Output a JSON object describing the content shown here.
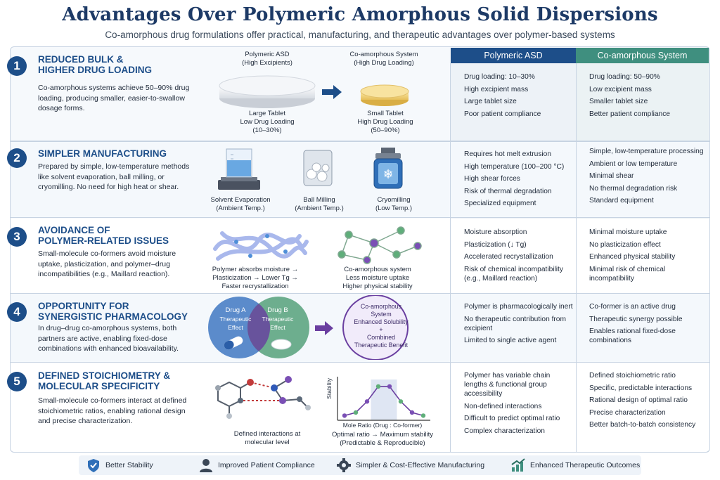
{
  "header": {
    "title": "Advantages Over Polymeric Amorphous Solid Dispersions",
    "subtitle": "Co-amorphous drug formulations offer practical, manufacturing, and therapeutic advantages over polymer-based systems"
  },
  "columns": {
    "polymeric": "Polymeric ASD",
    "coamorphous": "Co-amorphous System"
  },
  "sections": [
    {
      "number": "1",
      "title_line1": "Reduced Bulk &",
      "title_line2": "Higher Drug Loading",
      "description": "Co-amorphous systems achieve 50–90% drug loading, producing smaller, easier-to-swallow dosage forms.",
      "visual": {
        "left_head": "Polymeric ASD",
        "left_sub": "(High Excipients)",
        "right_head": "Co-amorphous System",
        "right_sub": "(High Drug Loading)",
        "left_cap1": "Large Tablet",
        "left_cap2": "Low Drug Loading",
        "left_cap3": "(10–30%)",
        "right_cap1": "Small Tablet",
        "right_cap2": "High Drug Loading",
        "right_cap3": "(50–90%)"
      },
      "polymeric": [
        "Drug loading: 10–30%",
        "High excipient mass",
        "Large tablet size",
        "Poor patient compliance"
      ],
      "coamorphous": [
        "Drug loading: 50–90%",
        "Low excipient mass",
        "Smaller tablet size",
        "Better patient compliance"
      ]
    },
    {
      "number": "2",
      "title_line1": "Simpler Manufacturing",
      "title_line2": "",
      "description": "Prepared by simple, low-temperature methods like solvent evaporation, ball milling, or cryomilling. No need for high heat or shear.",
      "visual": {
        "a1": "Solvent Evaporation",
        "a2": "(Ambient Temp.)",
        "b1": "Ball Milling",
        "b2": "(Ambient Temp.)",
        "c1": "Cryomilling",
        "c2": "(Low Temp.)"
      },
      "polymeric": [
        "Requires hot melt extrusion",
        "High temperature (100–200 °C)",
        "High shear forces",
        "Risk of thermal degradation",
        "Specialized equipment"
      ],
      "coamorphous": [
        "Simple, low-temperature processing",
        "Ambient or low temperature",
        "Minimal shear",
        "No thermal degradation risk",
        "Standard equipment"
      ]
    },
    {
      "number": "3",
      "title_line1": "Avoidance of",
      "title_line2": "Polymer-Related Issues",
      "description": "Small-molecule co-formers avoid moisture uptake, plasticization, and polymer–drug incompatibilities (e.g., Maillard reaction).",
      "visual": {
        "l1": "Polymer absorbs moisture →",
        "l2": "Plasticization → Lower Tg →",
        "l3": "Faster recrystallization",
        "r1": "Co-amorphous system",
        "r2": "Less moisture uptake",
        "r3": "Higher physical stability"
      },
      "polymeric": [
        "Moisture absorption",
        "Plasticization (↓ Tg)",
        "Accelerated recrystallization",
        "Risk of chemical incompatibility (e.g., Maillard reaction)"
      ],
      "coamorphous": [
        "Minimal moisture uptake",
        "No plasticization effect",
        "Enhanced physical stability",
        "Minimal risk of chemical incompatibility"
      ]
    },
    {
      "number": "4",
      "title_line1": "Opportunity for",
      "title_line2": "Synergistic Pharmacology",
      "description": "In drug–drug co-amorphous systems, both partners are active, enabling fixed-dose combinations with enhanced bioavailability.",
      "visual": {
        "a_title": "Drug A",
        "a_sub1": "Therapeutic",
        "a_sub2": "Effect",
        "b_title": "Drug B",
        "b_sub1": "Therapeutic",
        "b_sub2": "Effect",
        "c1": "Co-amorphous",
        "c2": "System",
        "c3": "Enhanced Solubility",
        "c4": "+",
        "c5": "Combined",
        "c6": "Therapeutic Benefit"
      },
      "polymeric": [
        "Polymer is pharmacologically inert",
        "No therapeutic contribution from excipient",
        "Limited to single active agent"
      ],
      "coamorphous": [
        "Co-former is an active drug",
        "Therapeutic synergy possible",
        "Enables rational fixed-dose combinations"
      ]
    },
    {
      "number": "5",
      "title_line1": "Defined Stoichiometry &",
      "title_line2": "Molecular Specificity",
      "description": "Small-molecule co-formers interact at defined stoichiometric ratios, enabling rational design and precise characterization.",
      "visual": {
        "mol1": "Defined interactions at",
        "mol2": "molecular level",
        "ylabel": "Stability",
        "xlabel": "Mole Ratio (Drug : Co-former)",
        "cap1": "Optimal ratio → Maximum stability",
        "cap2": "(Predictable & Reproducible)"
      },
      "polymeric": [
        "Polymer has variable chain lengths & functional group accessibility",
        "Non-defined interactions",
        "Difficult to predict optimal ratio",
        "Complex characterization"
      ],
      "coamorphous": [
        "Defined stoichiometric ratio",
        "Specific, predictable interactions",
        "Rational design of optimal ratio",
        "Precise characterization",
        "Better batch-to-batch consistency"
      ]
    }
  ],
  "footer": [
    {
      "icon": "shield-icon",
      "label": "Better Stability"
    },
    {
      "icon": "patient-icon",
      "label": "Improved Patient Compliance"
    },
    {
      "icon": "gear-icon",
      "label": "Simpler & Cost-Effective Manufacturing"
    },
    {
      "icon": "growth-chart-icon",
      "label": "Enhanced Therapeutic Outcomes"
    }
  ],
  "colors": {
    "navy": "#1d4e89",
    "teal": "#3f8f7f",
    "purple": "#6a3fa0"
  }
}
